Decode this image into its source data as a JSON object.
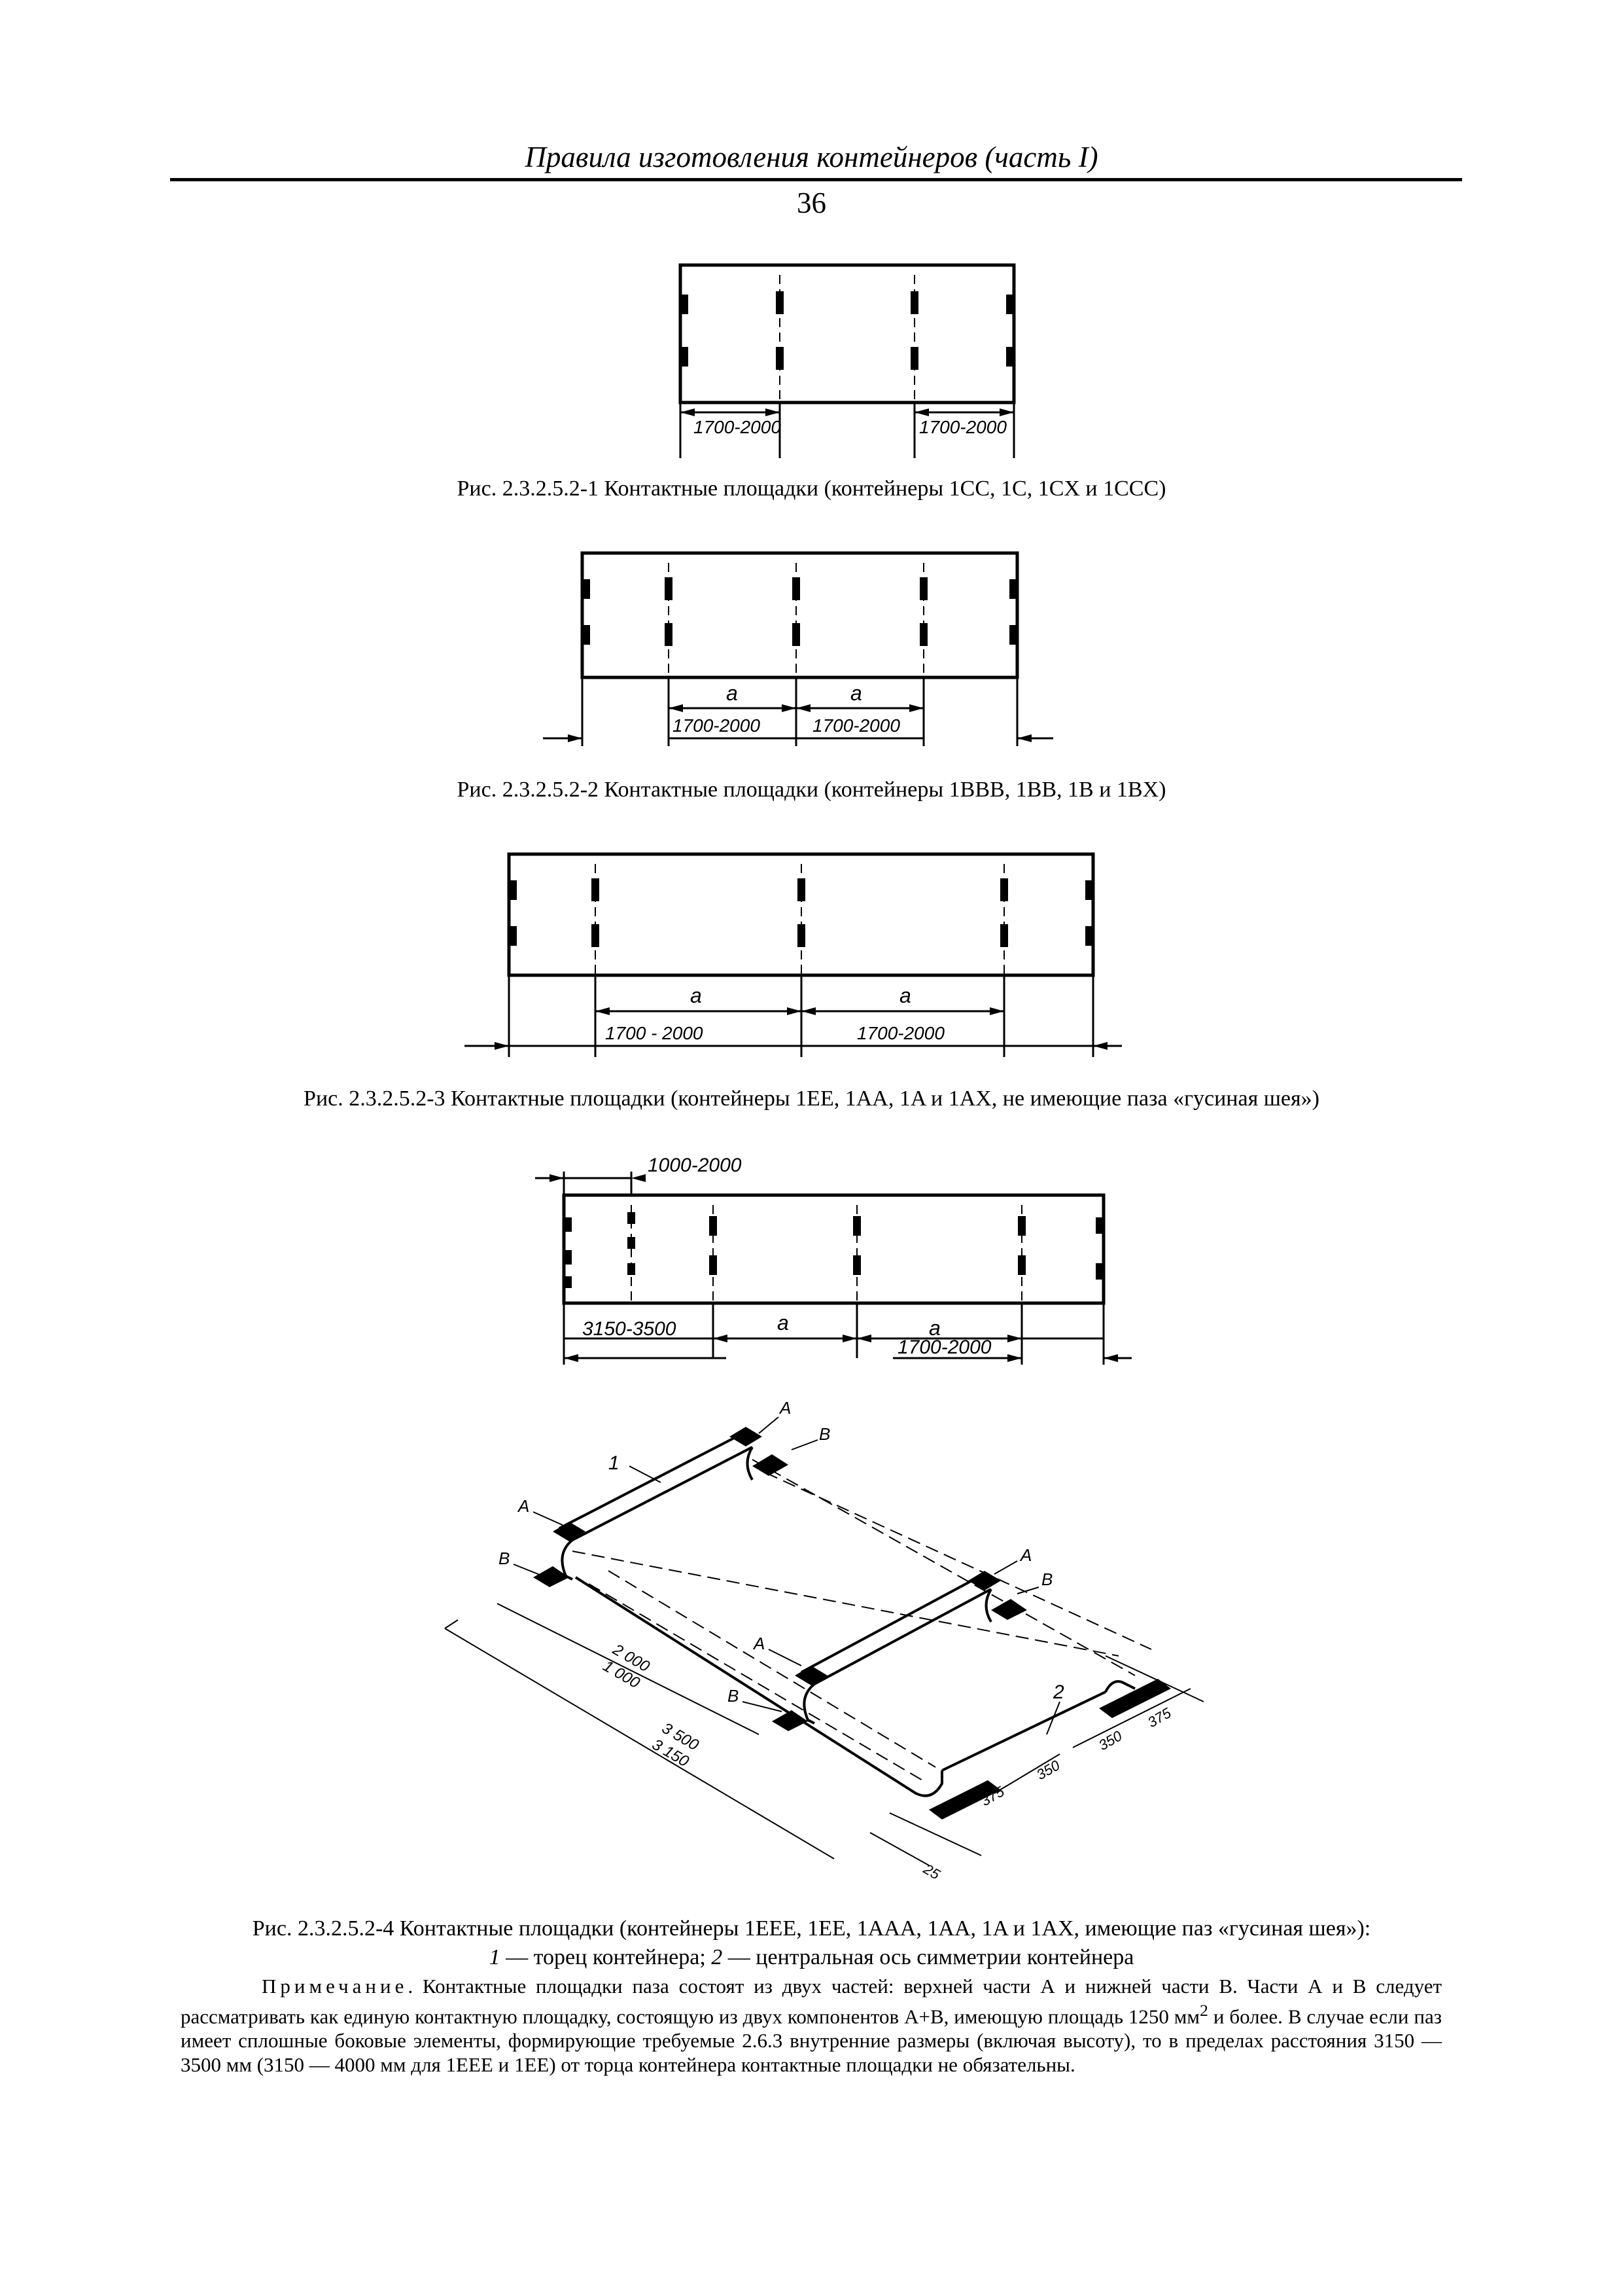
{
  "header": {
    "title": "Правила изготовления контейнеров (часть I)",
    "page_number": "36"
  },
  "figures": {
    "fig1": {
      "dim_left": "1700-2000",
      "dim_right": "1700-2000",
      "caption": "Рис. 2.3.2.5.2-1 Контактные площадки (контейнеры 1CC, 1C, 1CX и 1CCC)"
    },
    "fig2": {
      "label_a_left": "a",
      "label_a_right": "a",
      "dim_left": "1700-2000",
      "dim_right": "1700-2000",
      "caption": "Рис. 2.3.2.5.2-2 Контактные площадки (контейнеры 1BBB, 1BB, 1B и 1BX)"
    },
    "fig3": {
      "label_a_left": "a",
      "label_a_right": "a",
      "dim_left": "1700 - 2000",
      "dim_right": "1700-2000",
      "caption": "Рис. 2.3.2.5.2-3 Контактные площадки (контейнеры 1EE, 1AA, 1A и 1AX, не имеющие паза «гусиная шея»)"
    },
    "fig4": {
      "dim_top": "1000-2000",
      "dim_left": "3150-3500",
      "label_a_left": "a",
      "label_a_right": "a",
      "dim_right": "1700-2000"
    },
    "fig5": {
      "label_1": "1",
      "label_2": "2",
      "label_A": "A",
      "label_B": "B",
      "dim_2000": "2 000",
      "dim_1000": "1 000",
      "dim_3500": "3 500",
      "dim_3150": "3 150",
      "dim_375": "375",
      "dim_350": "350",
      "dim_25": "25",
      "caption": "Рис. 2.3.2.5.2-4 Контактные площадки (контейнеры 1EEE, 1EE, 1AAA, 1AA, 1A и 1AX, имеющие паз «гусиная шея»):"
    }
  },
  "legend": {
    "num_1": "1",
    "text_1": " — торец контейнера; ",
    "num_2": "2",
    "text_2": " — центральная ось симметрии контейнера"
  },
  "note": {
    "label": "Примечание",
    "text": ". Контактные площадки паза состоят из двух частей: верхней части А и нижней части В. Части А и В следует рассматривать как единую контактную площадку, состоящую из двух компонентов А+В, имеющую площадь 1250 мм",
    "superscript": "2",
    "text_cont": " и более. В случае если паз имеет сплошные боковые элементы, формирующие требуемые 2.6.3 внутренние размеры (включая высоту), то в пределах расстояния 3150 — 3500 мм (3150 — 4000 мм для 1EEE и 1EE) от торца контейнера контактные площадки не обязательны."
  }
}
